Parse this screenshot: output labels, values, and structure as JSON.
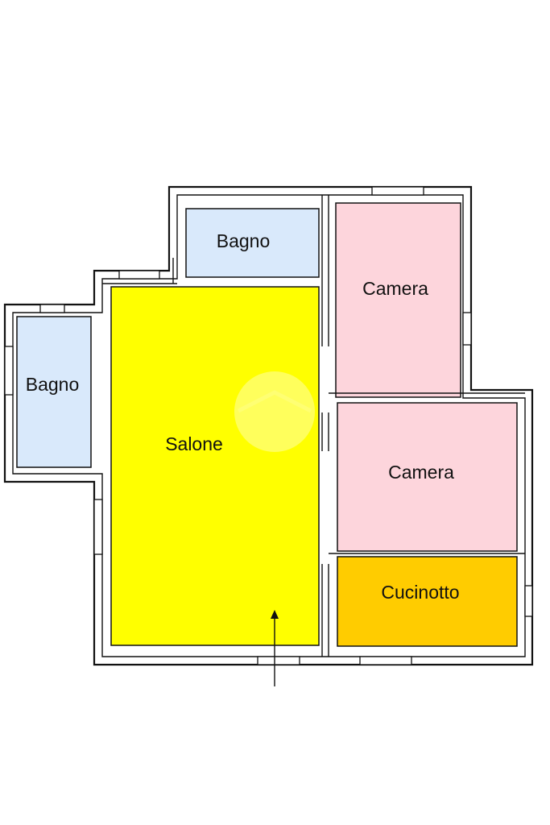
{
  "rooms": {
    "bagno_top": {
      "label": "Bagno",
      "color": "#d9e9fb"
    },
    "bagno_left": {
      "label": "Bagno",
      "color": "#d9e9fb"
    },
    "camera_top": {
      "label": "Camera",
      "color": "#fdd5dc"
    },
    "camera_mid": {
      "label": "Camera",
      "color": "#fdd5dc"
    },
    "salone": {
      "label": "Salone",
      "color": "#ffff00"
    },
    "cucinotto": {
      "label": "Cucinotto",
      "color": "#ffcc00"
    }
  },
  "entrance": {
    "icon": "entrance-arrow-icon"
  },
  "watermark": {
    "icon": "house-watermark-icon"
  }
}
